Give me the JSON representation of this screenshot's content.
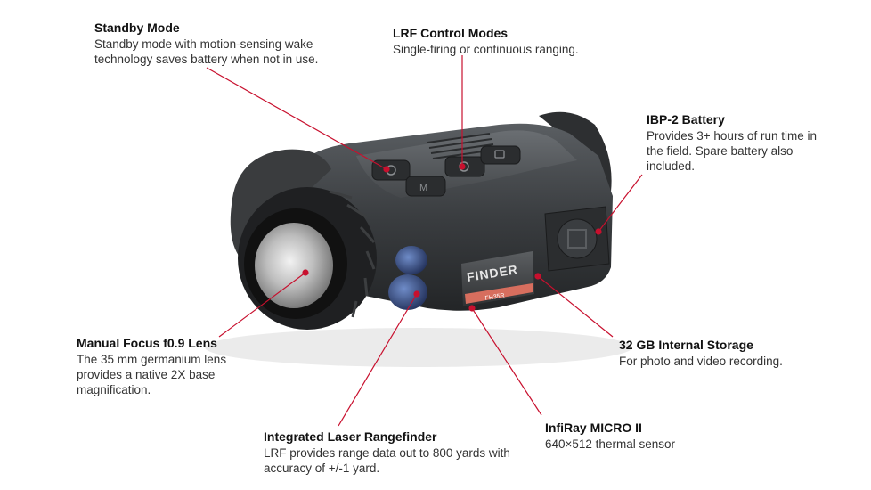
{
  "callouts": {
    "standby": {
      "title": "Standby Mode",
      "desc": "Standby mode with motion-sensing wake technology saves battery when not in use."
    },
    "lrf_modes": {
      "title": "LRF Control Modes",
      "desc": "Single-firing or continuous ranging."
    },
    "battery": {
      "title": "IBP-2 Battery",
      "desc": "Provides 3+ hours of run time in the field. Spare battery also included."
    },
    "lens": {
      "title": "Manual Focus f0.9 Lens",
      "desc": "The 35 mm germanium lens provides a native 2X base magnification."
    },
    "storage": {
      "title": "32 GB Internal Storage",
      "desc": "For photo and video recording."
    },
    "sensor": {
      "title": "InfiRay MICRO II",
      "desc": "640×512 thermal sensor"
    },
    "rangefinder": {
      "title": "Integrated Laser Rangefinder",
      "desc": "LRF provides range data out to 800 yards with accuracy of +/-1 yard."
    }
  },
  "device": {
    "brand_label": "FINDER",
    "model_label": "FH35R",
    "accent_color": "#c8102e",
    "body_color": "#3a3d40"
  }
}
